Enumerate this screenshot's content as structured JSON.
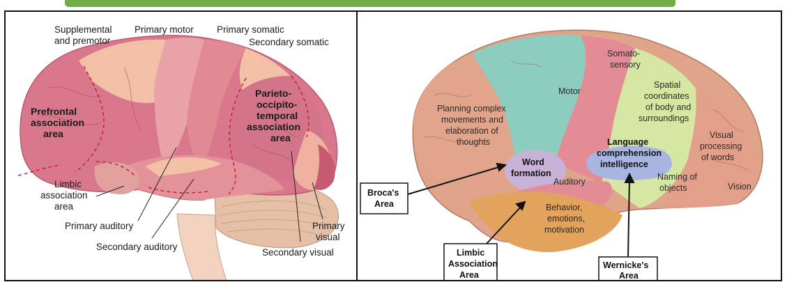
{
  "left_diagram": {
    "labels": {
      "supplemental_premotor": [
        "Supplemental",
        "and premotor"
      ],
      "primary_motor": "Primary motor",
      "primary_somatic": "Primary somatic",
      "secondary_somatic": "Secondary somatic",
      "prefrontal": [
        "Prefrontal",
        "association",
        "area"
      ],
      "parieto_occipito": [
        "Parieto-",
        "occipito-",
        "temporal",
        "association",
        "area"
      ],
      "limbic": [
        "Limbic",
        "association",
        "area"
      ],
      "primary_auditory": "Primary auditory",
      "secondary_auditory": "Secondary auditory",
      "primary_visual": [
        "Primary",
        "visual"
      ],
      "secondary_visual": "Secondary visual"
    }
  },
  "right_diagram": {
    "labels": {
      "motor": "Motor",
      "somatosensory": [
        "Somato-",
        "sensory"
      ],
      "planning": [
        "Planning complex",
        "movements and",
        "elaboration of",
        "thoughts"
      ],
      "spatial": [
        "Spatial",
        "coordinates",
        "of body and",
        "surroundings"
      ],
      "word_formation": [
        "Word",
        "formation"
      ],
      "language": [
        "Language",
        "comprehension",
        "intelligence"
      ],
      "visual_processing": [
        "Visual",
        "processing",
        "of words"
      ],
      "auditory": "Auditory",
      "naming": [
        "Naming of",
        "objects"
      ],
      "vision": "Vision",
      "behavior": [
        "Behavior,",
        "emotions,",
        "motivation"
      ]
    },
    "callouts": {
      "broca": [
        "Broca's",
        "Area"
      ],
      "limbic": [
        "Limbic",
        "Association",
        "Area"
      ],
      "wernicke": [
        "Wernicke's",
        "Area"
      ]
    }
  },
  "colors": {
    "accent_bar": "#70ad47",
    "prefrontal": "#d97a8e",
    "motor": "#8fcfc0",
    "somatosensory": "#e48f97",
    "spatial": "#d8e8a8",
    "language": "#a9b6e0",
    "word_formation": "#c9b3d9",
    "limbic": "#e3a55f",
    "cerebellum": "#e8c2a8"
  }
}
